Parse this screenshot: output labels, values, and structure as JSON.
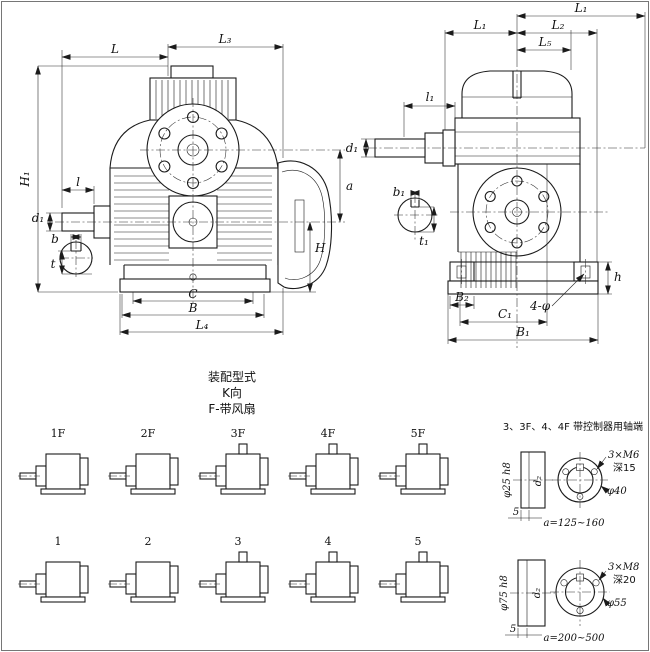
{
  "drawing": {
    "line_color": "#1b1b1b",
    "bg_color": "#ffffff"
  },
  "front_view": {
    "dim_L": "L",
    "dim_L3": "L₃",
    "dim_H1": "H₁",
    "dim_l": "l",
    "dim_d1": "d₁",
    "dim_b": "b",
    "dim_t": "t",
    "dim_a": "a",
    "dim_H": "H",
    "dim_C": "C",
    "dim_B": "B",
    "dim_L4": "L₄"
  },
  "side_view": {
    "dim_L1_top": "L₁",
    "dim_L1": "L₁",
    "dim_L2": "L₂",
    "dim_L5": "L₅",
    "dim_l1": "l₁",
    "dim_d1": "d₁",
    "dim_b1": "b₁",
    "dim_t1": "t₁",
    "dim_h": "h",
    "dim_B2": "B₂",
    "dim_foot_holes": "4-φ",
    "dim_C1": "C₁",
    "dim_B1": "B₁"
  },
  "assembly_note": {
    "title": "装配型式",
    "direction": "K向",
    "fan": "F-带风扇"
  },
  "variants": {
    "fan_row": [
      {
        "label": "1F"
      },
      {
        "label": "2F"
      },
      {
        "label": "3F"
      },
      {
        "label": "4F"
      },
      {
        "label": "5F"
      }
    ],
    "plain_row": [
      {
        "label": "1"
      },
      {
        "label": "2"
      },
      {
        "label": "3"
      },
      {
        "label": "4"
      },
      {
        "label": "5"
      }
    ]
  },
  "shaft_end": {
    "title": "3、3F、4、4F 带控制器用轴端",
    "details": [
      {
        "shaft_dia": "φ25 h8",
        "bore": "d₂",
        "step": "5",
        "holes": "3×M6",
        "depth": "深15",
        "face_dia": "φ40",
        "range": "a=125~160"
      },
      {
        "shaft_dia": "φ75 h8",
        "bore": "d₂",
        "step": "5",
        "holes": "3×M8",
        "depth": "深20",
        "face_dia": "φ55",
        "range": "a=200~500"
      }
    ]
  }
}
